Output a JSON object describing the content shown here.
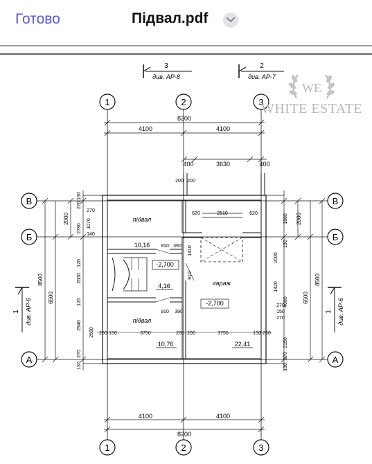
{
  "toolbar": {
    "done_label": "Готово",
    "file_title": "Підвал.pdf",
    "chevron_icon": "chevron-down-icon"
  },
  "watermark": {
    "monogram": "WE",
    "text": "WHITE ESTATE",
    "color": "#b8b8b8"
  },
  "drawing": {
    "section_marks": [
      {
        "num": "3",
        "ref": "див. АР-8"
      },
      {
        "num": "2",
        "ref": "див. АР-7"
      },
      {
        "num": "1",
        "ref": "див. АР-6"
      }
    ],
    "axes_columns": [
      "1",
      "2",
      "3"
    ],
    "axes_rows": [
      "В",
      "Б",
      "А"
    ],
    "dims": {
      "total_width": "8200",
      "half_left": "4100",
      "half_right": "4100",
      "top_400_left": "400",
      "top_3630": "3630",
      "top_400_right": "400",
      "d200a": "200",
      "d200b": "200",
      "d620a": "620",
      "d2510": "2510",
      "d620b": "620",
      "d910a": "910",
      "d390a": "390",
      "d910b": "910",
      "d390b": "390",
      "d910v": "910",
      "d1410": "1410",
      "d250": "250",
      "d150a": "150",
      "d3750a": "3750",
      "d200c": "200",
      "d200d": "200",
      "d3750b": "3750",
      "d150b": "150",
      "d250b": "250",
      "left_130a": "130",
      "left_270a": "270",
      "left_270b": "270",
      "left_1070": "1070",
      "left_140a": "140",
      "left_2780": "2780",
      "left_120a": "120",
      "left_2000": "2000",
      "left_120b": "120",
      "left_2940": "2940",
      "left_2680": "2680",
      "left_270c": "270",
      "left_130b": "130",
      "left_total_2000": "2000",
      "left_total_6500": "6500",
      "left_total_8500": "8500",
      "right_1880": "1880",
      "right_150": "150",
      "right_2000": "2000",
      "right_1420": "1420",
      "right_4080": "4080",
      "right_270a": "270",
      "right_150b": "150",
      "right_270b": "270",
      "right_2150": "2150",
      "right_270c": "270",
      "right_130": "130",
      "right_total_2000": "2000",
      "right_total_6500": "6500",
      "right_total_8500": "8500"
    },
    "rooms": [
      {
        "name": "підвал",
        "area": "10,16"
      },
      {
        "name": "",
        "area": "4,16"
      },
      {
        "name": "підвал",
        "area": "10,76"
      },
      {
        "name": "гараж",
        "area": "22,41"
      }
    ],
    "levels": {
      "stair": "-2,700",
      "garage": "-2,700"
    }
  }
}
